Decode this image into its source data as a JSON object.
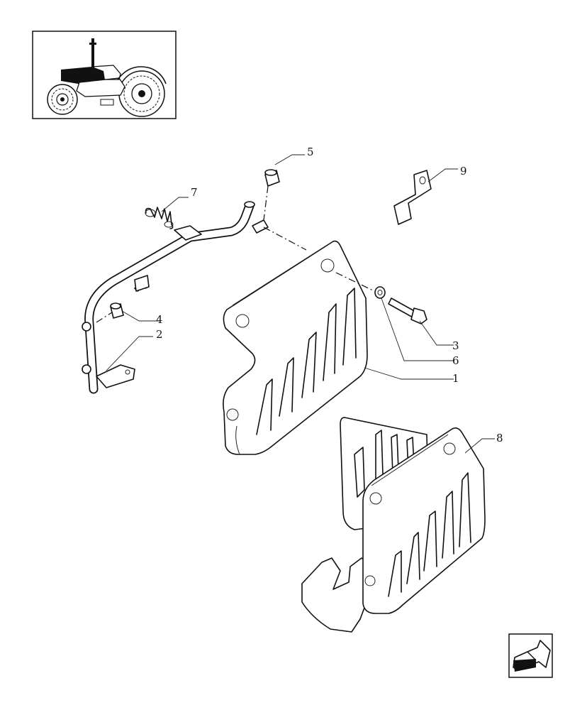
{
  "diagram": {
    "callouts": {
      "c1": "1",
      "c2": "2",
      "c3": "3",
      "c4": "4",
      "c5": "5",
      "c6": "6",
      "c7": "7",
      "c8": "8",
      "c9": "9"
    },
    "icons": {
      "thumbnail": "tractor-icon",
      "navigation": "next-page-arrow-icon"
    }
  }
}
